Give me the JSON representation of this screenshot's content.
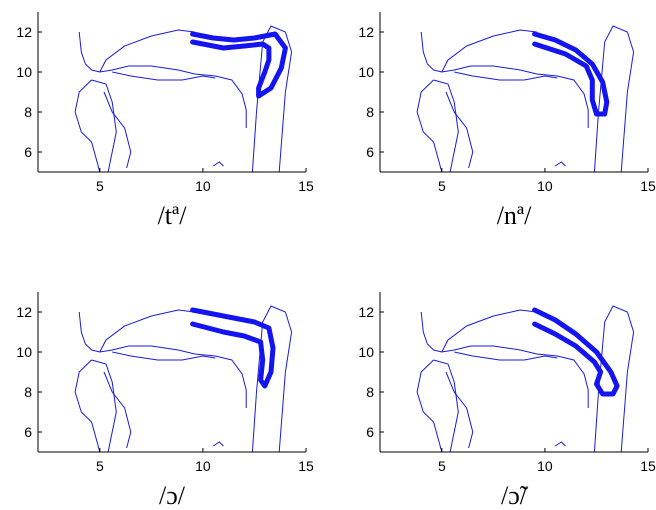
{
  "colors": {
    "outline": "#1a1adb",
    "tongue": "#1414f0",
    "axis": "#000000"
  },
  "chart_data": [
    {
      "type": "line",
      "title": "/tª/",
      "xlim": [
        2,
        15
      ],
      "ylim": [
        5,
        13
      ],
      "xticks": [
        "5",
        "10",
        "15"
      ],
      "yticks": [
        "6",
        "8",
        "10",
        "12"
      ],
      "series": [
        {
          "kind": "tongue",
          "x": [
            9.5,
            10.5,
            11.5,
            12.5,
            13.5,
            14.0,
            13.8,
            13.3,
            12.7,
            12.7,
            13.0,
            13.2,
            13.2,
            12.9,
            12.0,
            11.0,
            9.5
          ],
          "y": [
            11.9,
            11.7,
            11.6,
            11.7,
            11.9,
            11.2,
            10.2,
            9.2,
            8.8,
            9.2,
            10.0,
            10.6,
            11.2,
            11.4,
            11.3,
            11.2,
            11.5
          ]
        }
      ]
    },
    {
      "type": "line",
      "title": "/nª/",
      "xlim": [
        2,
        15
      ],
      "ylim": [
        5,
        13
      ],
      "xticks": [
        "5",
        "10",
        "15"
      ],
      "yticks": [
        "6",
        "8",
        "10",
        "12"
      ],
      "series": [
        {
          "kind": "tongue",
          "x": [
            9.5,
            10.5,
            11.5,
            12.3,
            12.8,
            13.0,
            12.9,
            12.5,
            12.3,
            12.3,
            12.0,
            11.0,
            9.5
          ],
          "y": [
            11.9,
            11.6,
            11.1,
            10.4,
            9.5,
            8.5,
            7.9,
            7.9,
            8.6,
            9.6,
            10.3,
            10.9,
            11.4
          ]
        }
      ]
    },
    {
      "type": "line",
      "title": "/ɔ/",
      "xlim": [
        2,
        15
      ],
      "ylim": [
        5,
        13
      ],
      "xticks": [
        "5",
        "10",
        "15"
      ],
      "yticks": [
        "6",
        "8",
        "10",
        "12"
      ],
      "series": [
        {
          "kind": "tongue",
          "x": [
            9.5,
            10.5,
            11.5,
            12.5,
            13.2,
            13.4,
            13.3,
            13.0,
            12.8,
            12.9,
            12.8,
            12.0,
            11.0,
            9.5
          ],
          "y": [
            12.1,
            11.9,
            11.7,
            11.5,
            11.2,
            10.2,
            9.0,
            8.3,
            8.6,
            9.6,
            10.5,
            10.8,
            11.0,
            11.4
          ]
        }
      ]
    },
    {
      "type": "line",
      "title": "/ɔ̃/",
      "xlim": [
        2,
        15
      ],
      "ylim": [
        5,
        13
      ],
      "xticks": [
        "5",
        "10",
        "15"
      ],
      "yticks": [
        "6",
        "8",
        "10",
        "12"
      ],
      "series": [
        {
          "kind": "tongue",
          "x": [
            9.5,
            10.5,
            11.5,
            12.5,
            13.2,
            13.5,
            13.3,
            12.8,
            12.5,
            12.7,
            12.4,
            11.5,
            10.5,
            9.5
          ],
          "y": [
            12.1,
            11.6,
            10.9,
            10.0,
            9.0,
            8.3,
            7.9,
            7.9,
            8.4,
            9.0,
            9.5,
            10.3,
            10.9,
            11.4
          ]
        }
      ]
    }
  ]
}
